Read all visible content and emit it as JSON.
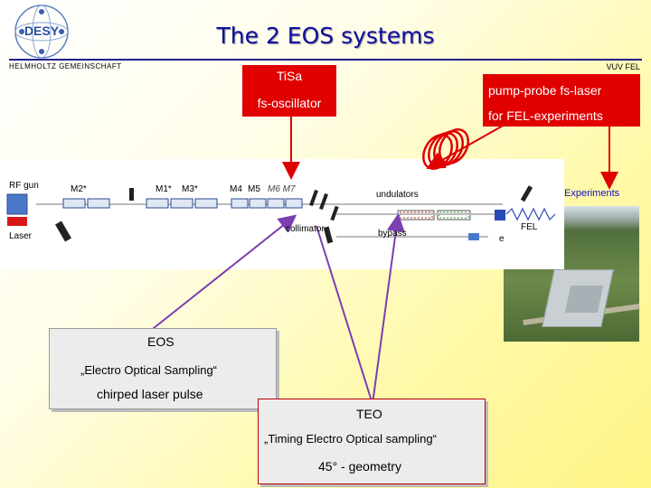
{
  "header": {
    "logo_text": "DESY",
    "title": "The 2 EOS systems",
    "org": "HELMHOLTZ GEMEINSCHAFT",
    "project": "VUV FEL"
  },
  "tisa_box": {
    "line1": "TiSa",
    "line2": "fs-oscillator"
  },
  "pump_probe_box": {
    "line1": "pump-probe fs-laser",
    "line2": "for FEL-experiments"
  },
  "beamline": {
    "rf_gun": "RF gun",
    "laser": "Laser",
    "m2": "M2*",
    "m1": "M1*",
    "m3": "M3*",
    "m4": "M4",
    "m5": "M5",
    "m6m7": "M6 M7",
    "undulators": "undulators",
    "collimator": "collimator",
    "bypass": "bypass",
    "fel": "FEL",
    "experiments": "Experiments",
    "e_label": "e"
  },
  "eos_box": {
    "title": "EOS",
    "line1": "„Electro Optical Sampling“",
    "line2": "chirped laser pulse"
  },
  "teo_box": {
    "title": "TEO",
    "line1": "„Timing Electro Optical sampling“",
    "line2": "45° - geometry"
  },
  "colors": {
    "title_blue": "#0f0fa0",
    "laser_red": "#e00000",
    "pointer_purple": "#7a3fb0"
  }
}
